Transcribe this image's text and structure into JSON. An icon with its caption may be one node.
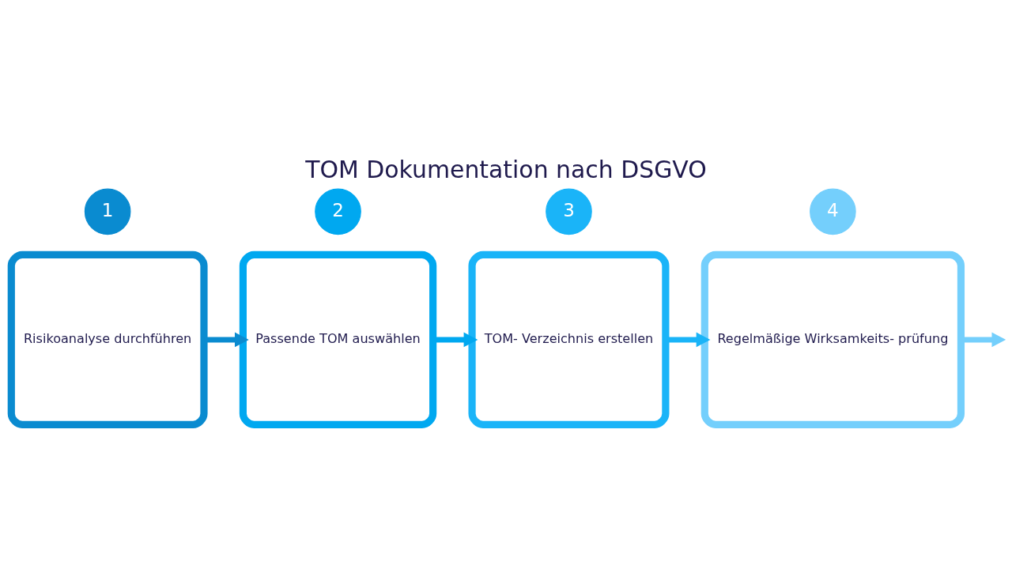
{
  "diagram": {
    "title": "TOM Dokumentation nach DSGVO",
    "nodes": [
      {
        "text": [
          "Risikoanalyse durchführen"
        ]
      },
      {
        "text": [
          "1"
        ]
      },
      {
        "text": [
          "Passende TOM auswählen"
        ]
      },
      {
        "text": [
          "2"
        ]
      },
      {
        "text": [
          "TOM- Verzeichnis erstellen"
        ]
      },
      {
        "text": [
          "3"
        ]
      },
      {
        "text": [
          "Regelmäßige Wirksamkeits- prüfung"
        ]
      },
      {
        "text": [
          "4"
        ]
      }
    ],
    "edges": [
      {
        "from": 0,
        "to": 2,
        "arrow": "to",
        "color": "#0a8bd0"
      },
      {
        "from": 2,
        "to": 4,
        "arrow": "to",
        "color": "#00a8f0"
      },
      {
        "from": 4,
        "to": 6,
        "arrow": "to",
        "color": "#1ab4f8"
      },
      {
        "from": 6,
        "to": null,
        "arrow": "to",
        "color": "#74cffc"
      }
    ]
  }
}
